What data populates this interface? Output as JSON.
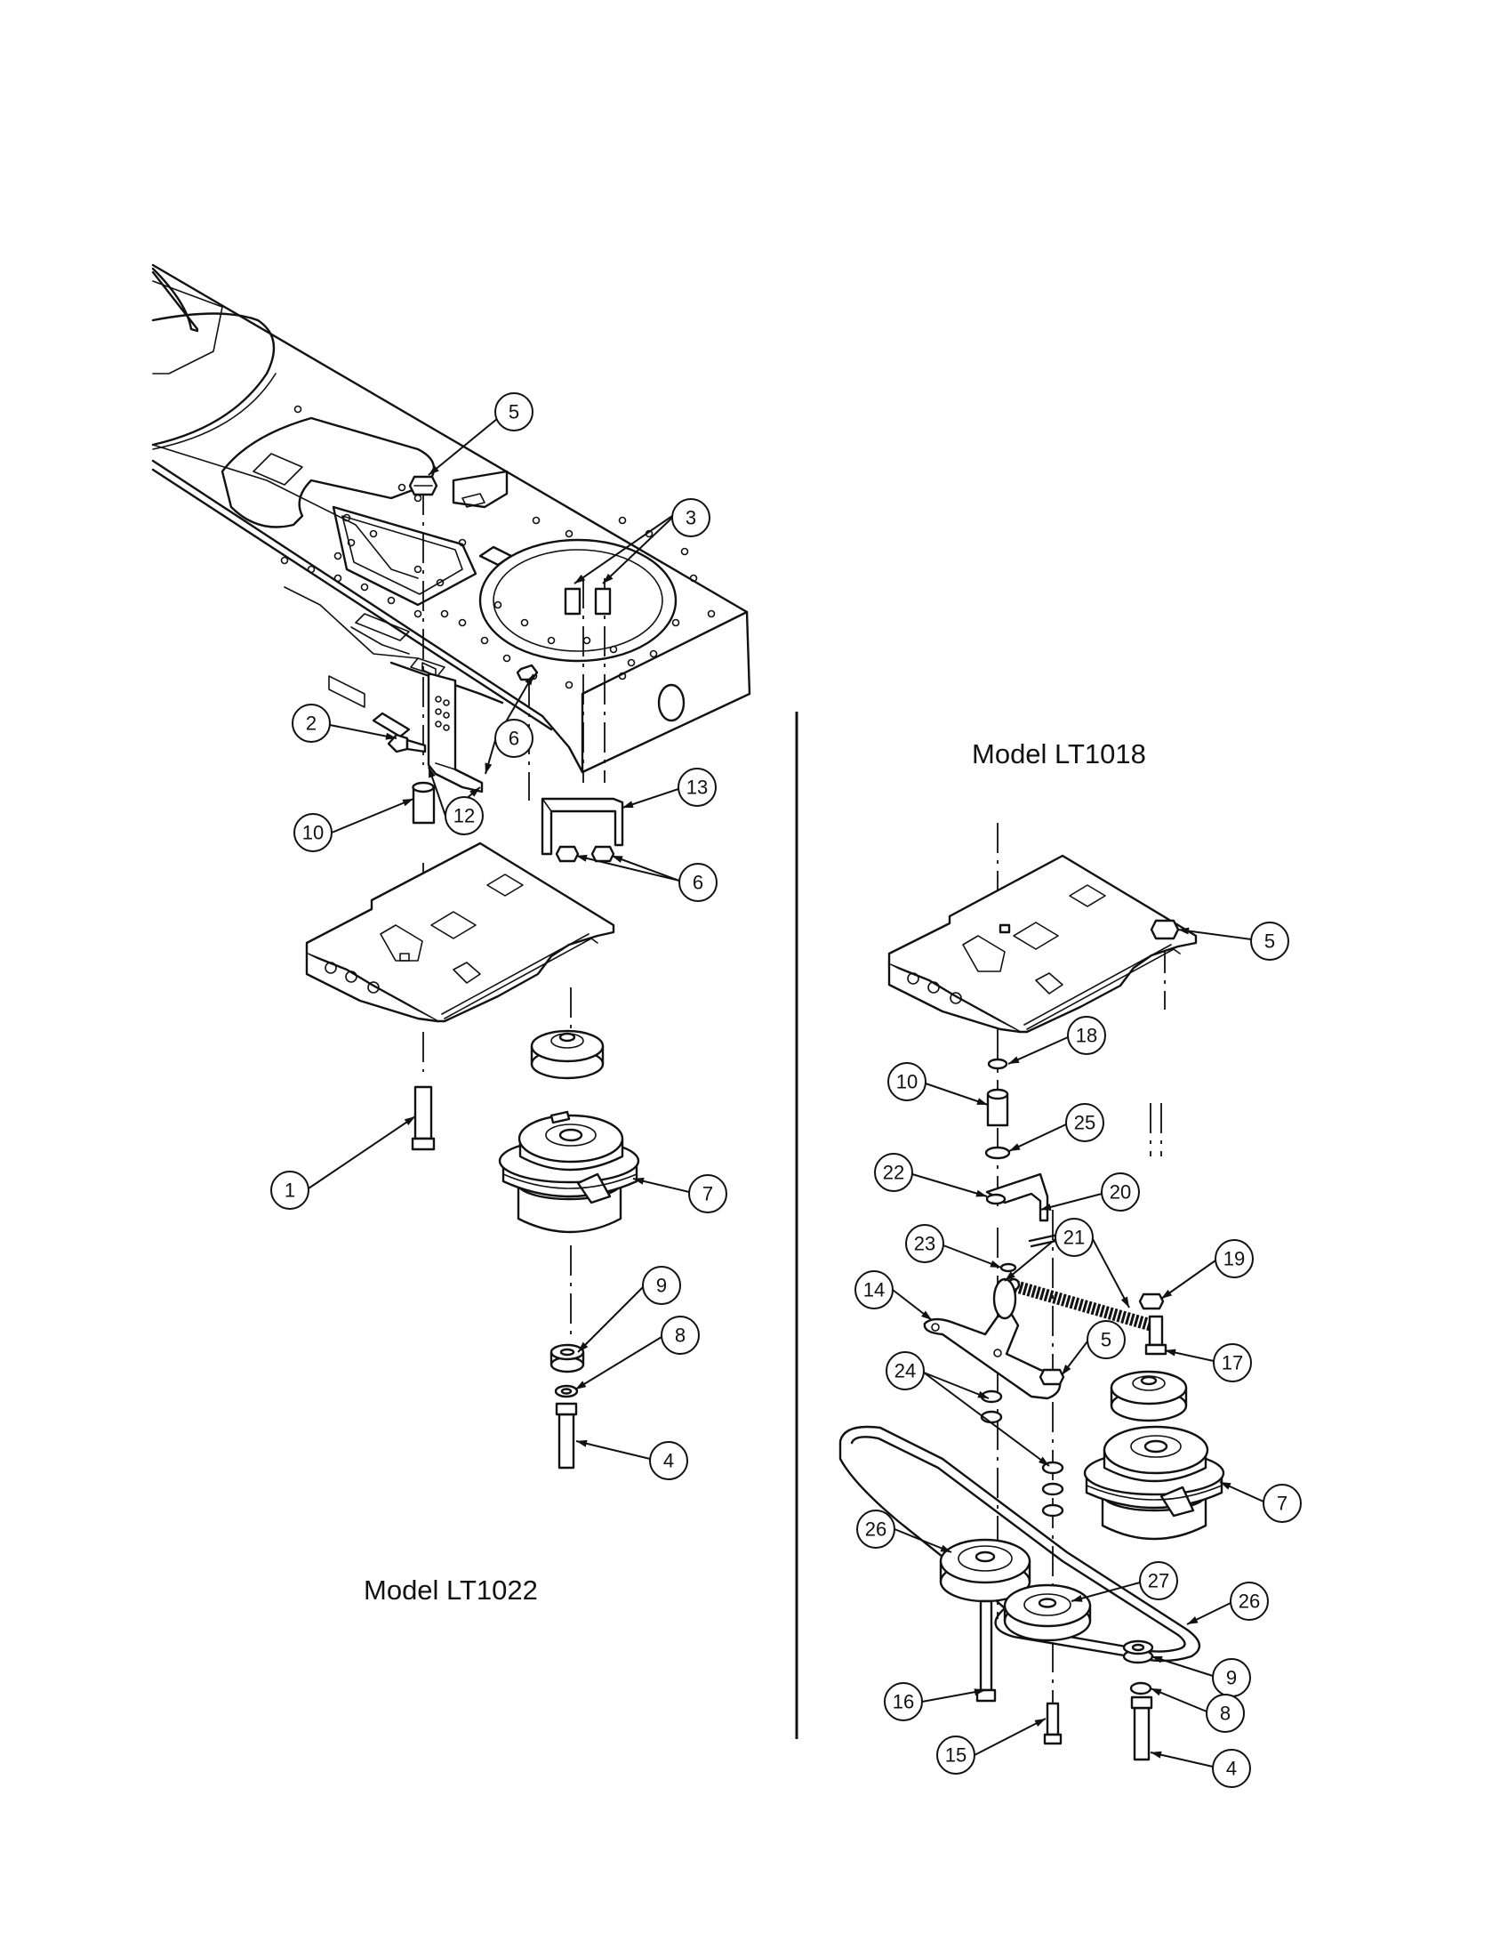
{
  "models": {
    "left": "Model LT1022",
    "right": "Model LT1018"
  },
  "callouts": {
    "lt1022": [
      "5",
      "3",
      "2",
      "6",
      "12",
      "10",
      "13",
      "6",
      "1",
      "7",
      "9",
      "8",
      "4"
    ],
    "lt1018": [
      "5",
      "18",
      "10",
      "25",
      "22",
      "20",
      "23",
      "21",
      "19",
      "14",
      "5",
      "17",
      "24",
      "7",
      "26",
      "27",
      "26",
      "9",
      "16",
      "8",
      "15",
      "4"
    ]
  }
}
